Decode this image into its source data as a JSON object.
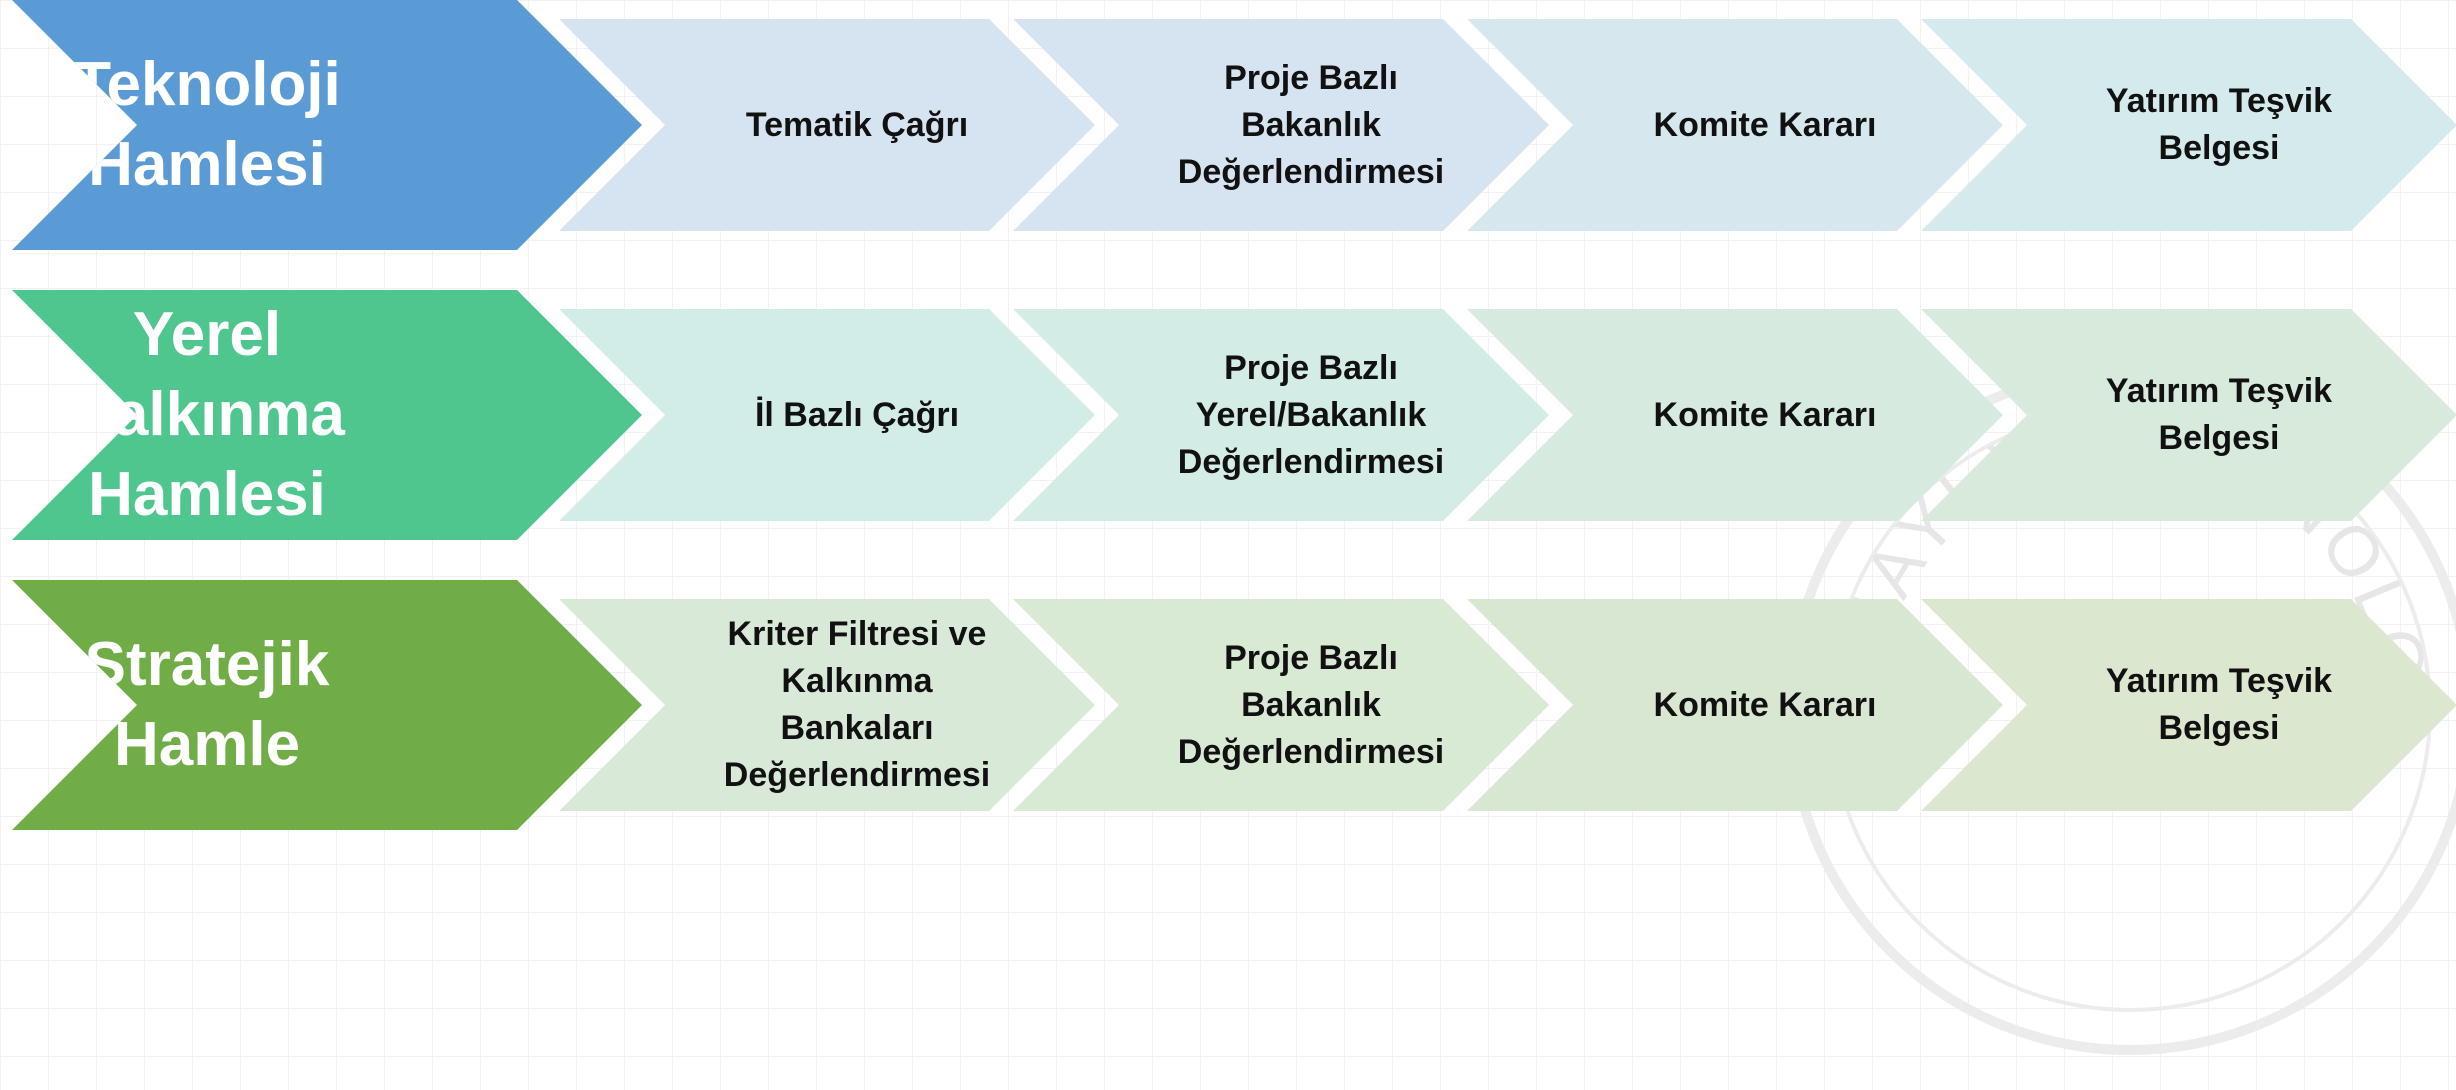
{
  "colors": {
    "row1_head": "#5b9bd5",
    "row2_head": "#4ec68e",
    "row3_head": "#70ad47",
    "row1_steps": [
      "#d6e3f0",
      "#d6e3f0",
      "#d6e8ee",
      "#d4eaec"
    ],
    "row2_steps": [
      "#d2ece8",
      "#d4ece6",
      "#d6eadf",
      "#d8eadb"
    ],
    "row3_steps": [
      "#d8ead7",
      "#d8e9d4",
      "#d8e7d2",
      "#dce7d0"
    ],
    "watermark": "#e7e7e7"
  },
  "rows": [
    {
      "head": [
        "Teknoloji",
        "Hamlesi"
      ],
      "steps": [
        [
          "Tematik Çağrı"
        ],
        [
          "Proje Bazlı",
          "Bakanlık",
          "Değerlendirmesi"
        ],
        [
          "Komite Kararı"
        ],
        [
          "Yatırım Teşvik",
          "Belgesi"
        ]
      ]
    },
    {
      "head": [
        "Yerel",
        "Kalkınma",
        "Hamlesi"
      ],
      "steps": [
        [
          "İl Bazlı Çağrı"
        ],
        [
          "Proje Bazlı",
          "Yerel/Bakanlık",
          "Değerlendirmesi"
        ],
        [
          "Komite Kararı"
        ],
        [
          "Yatırım Teşvik",
          "Belgesi"
        ]
      ]
    },
    {
      "head": [
        "Stratejik",
        "Hamle"
      ],
      "steps": [
        [
          "Kriter Filtresi ve",
          "Kalkınma",
          "Bankaları",
          "Değerlendirmesi"
        ],
        [
          "Proje Bazlı",
          "Bakanlık",
          "Değerlendirmesi"
        ],
        [
          "Komite Kararı"
        ],
        [
          "Yatırım Teşvik",
          "Belgesi"
        ]
      ]
    }
  ],
  "watermark_text": "SANAYİ VE TEKNOLOJİ"
}
